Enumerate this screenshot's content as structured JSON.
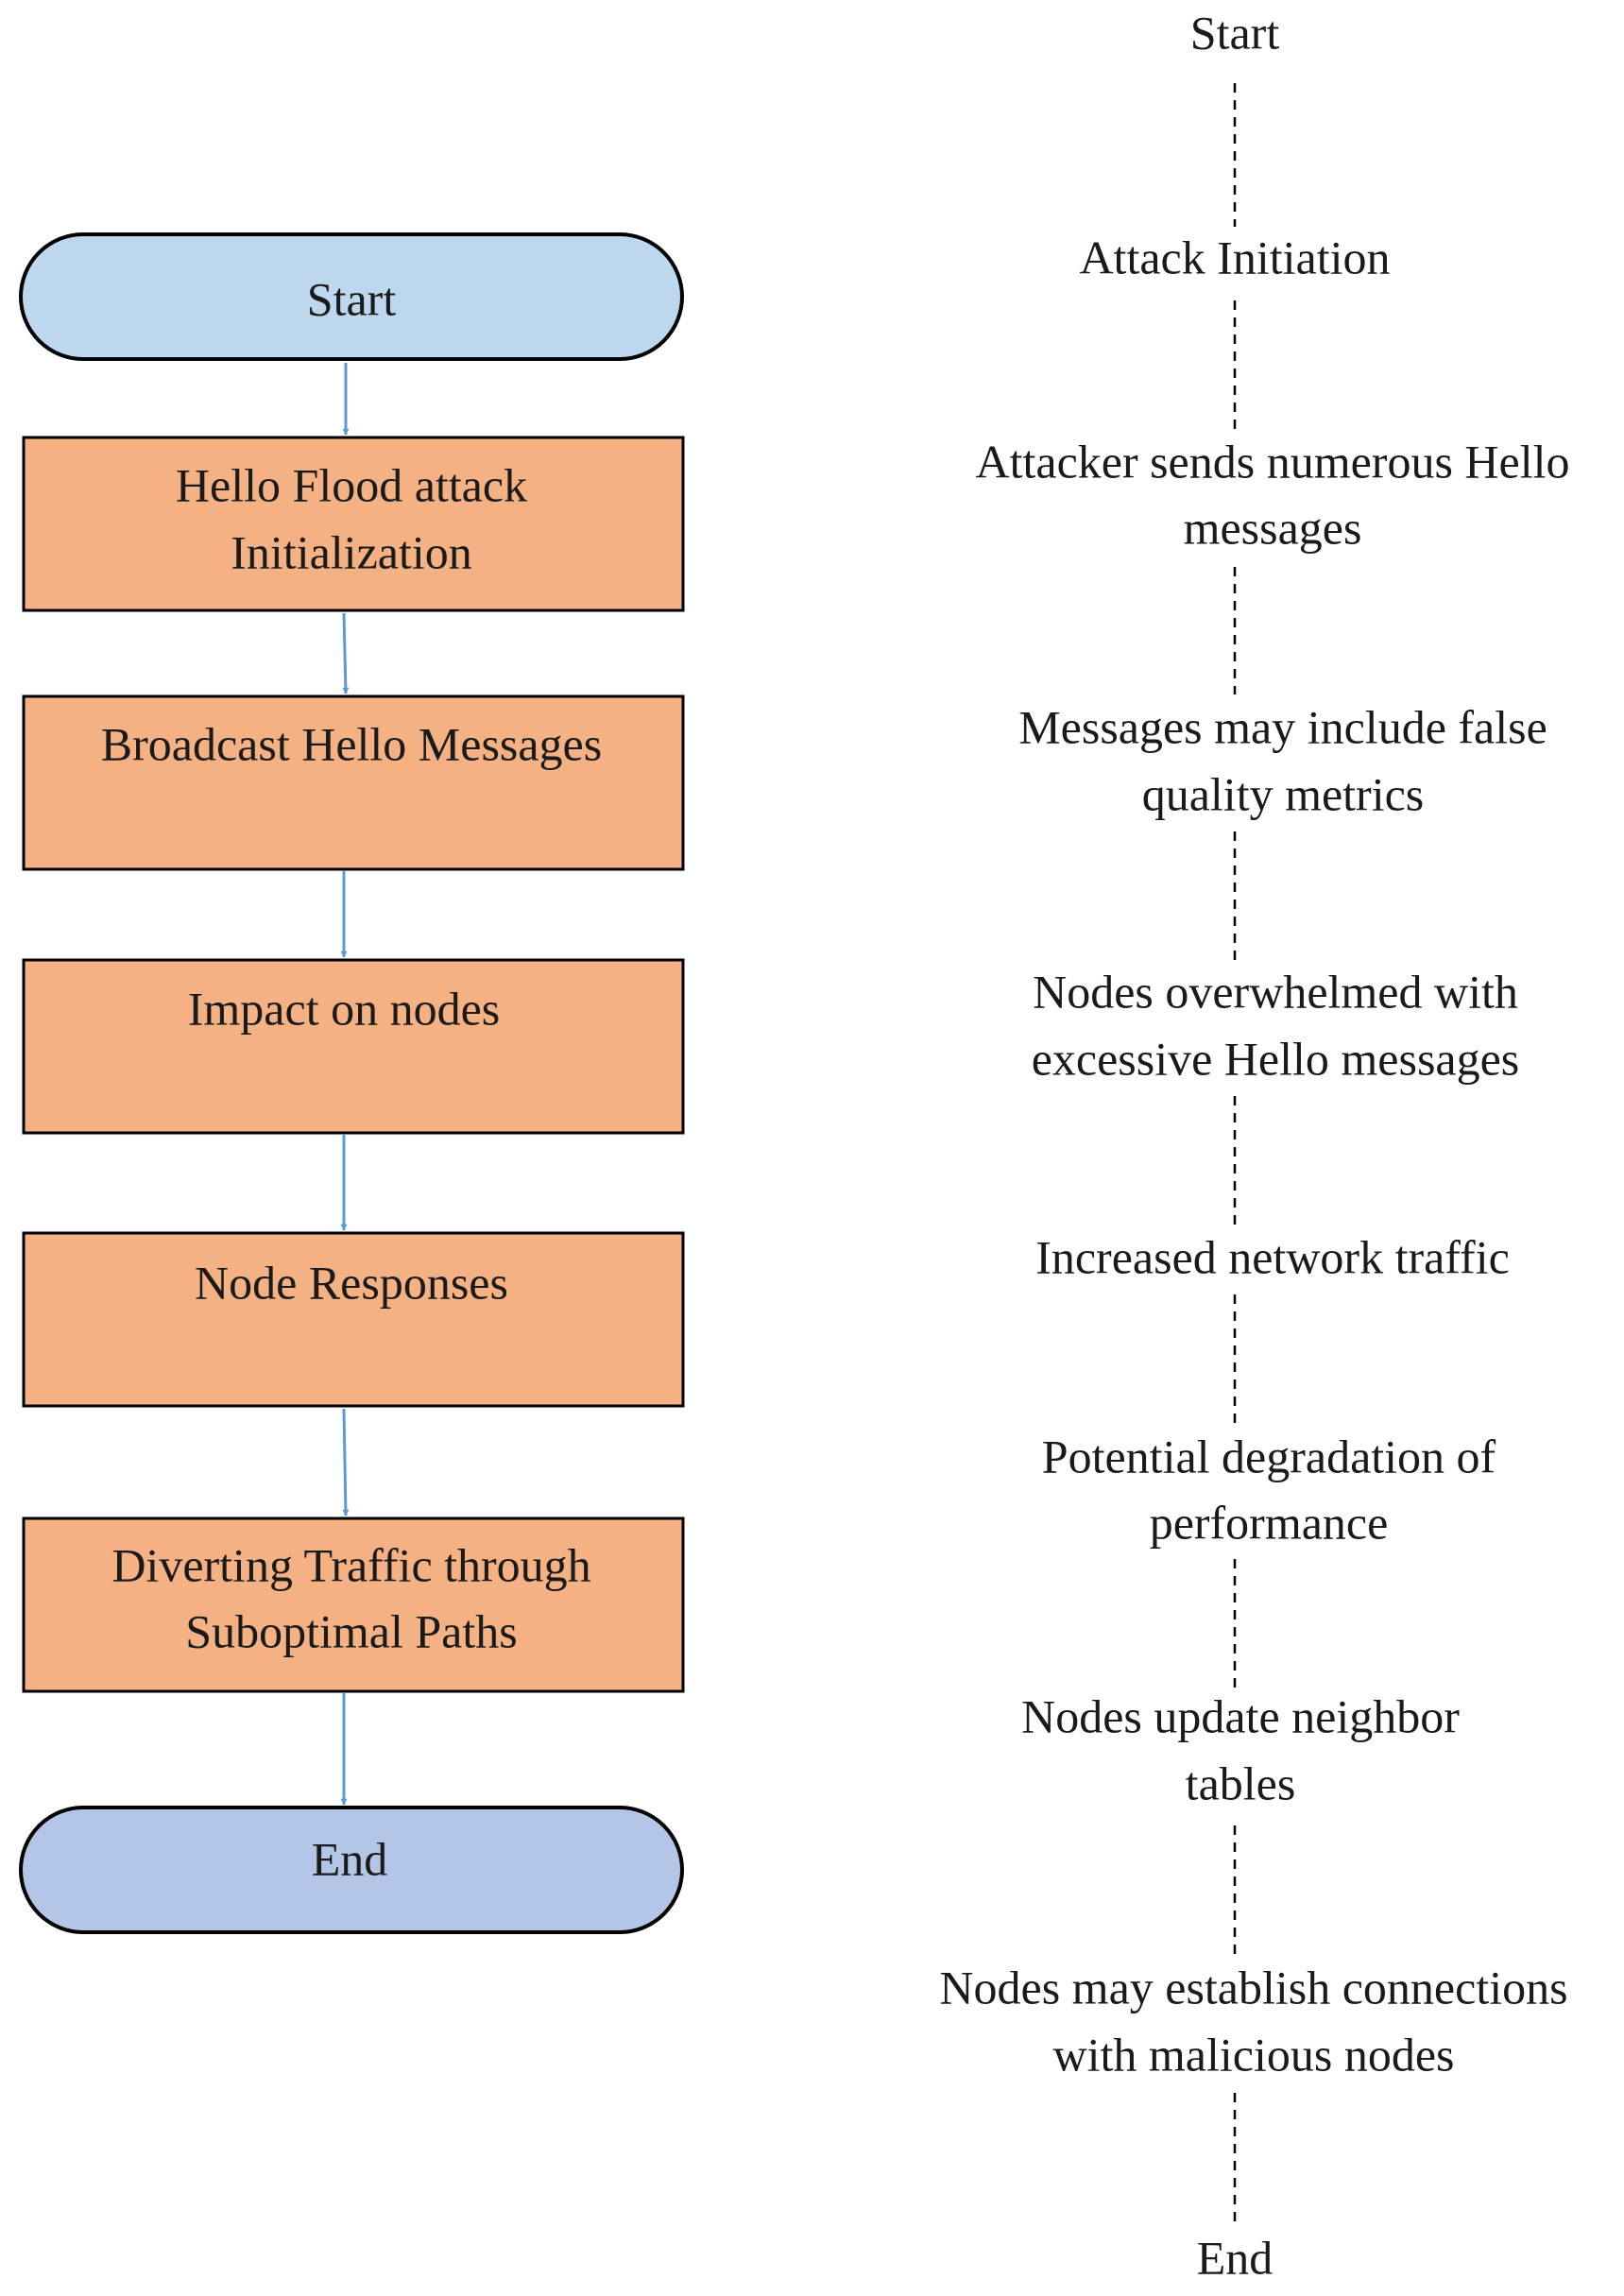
{
  "colors": {
    "start_terminal_fill": "#bdd7ee",
    "end_terminal_fill": "#b4c6e7",
    "process_fill": "#f4b183",
    "outline": "#000000",
    "arrow": "#5b9bd5",
    "timeline_dash": "#000000"
  },
  "flowchart": {
    "start": "Start",
    "steps": [
      {
        "lines": [
          "Hello Flood attack",
          "Initialization"
        ]
      },
      {
        "lines": [
          "Broadcast Hello Messages"
        ]
      },
      {
        "lines": [
          "Impact on nodes"
        ]
      },
      {
        "lines": [
          "Node Responses"
        ]
      },
      {
        "lines": [
          "Diverting Traffic through",
          "Suboptimal Paths"
        ]
      }
    ],
    "end": "End"
  },
  "timeline": {
    "start": "Start",
    "events": [
      {
        "lines": [
          "Attack Initiation"
        ]
      },
      {
        "lines": [
          "Attacker sends numerous Hello",
          "messages"
        ]
      },
      {
        "lines": [
          "Messages may include false",
          "quality metrics"
        ]
      },
      {
        "lines": [
          "Nodes overwhelmed with",
          "excessive Hello messages"
        ]
      },
      {
        "lines": [
          "Increased network traffic"
        ]
      },
      {
        "lines": [
          "Potential degradation of",
          "performance"
        ]
      },
      {
        "lines": [
          "Nodes update neighbor",
          "tables"
        ]
      },
      {
        "lines": [
          "Nodes may establish connections",
          "with malicious  nodes"
        ]
      }
    ],
    "end": "End"
  }
}
